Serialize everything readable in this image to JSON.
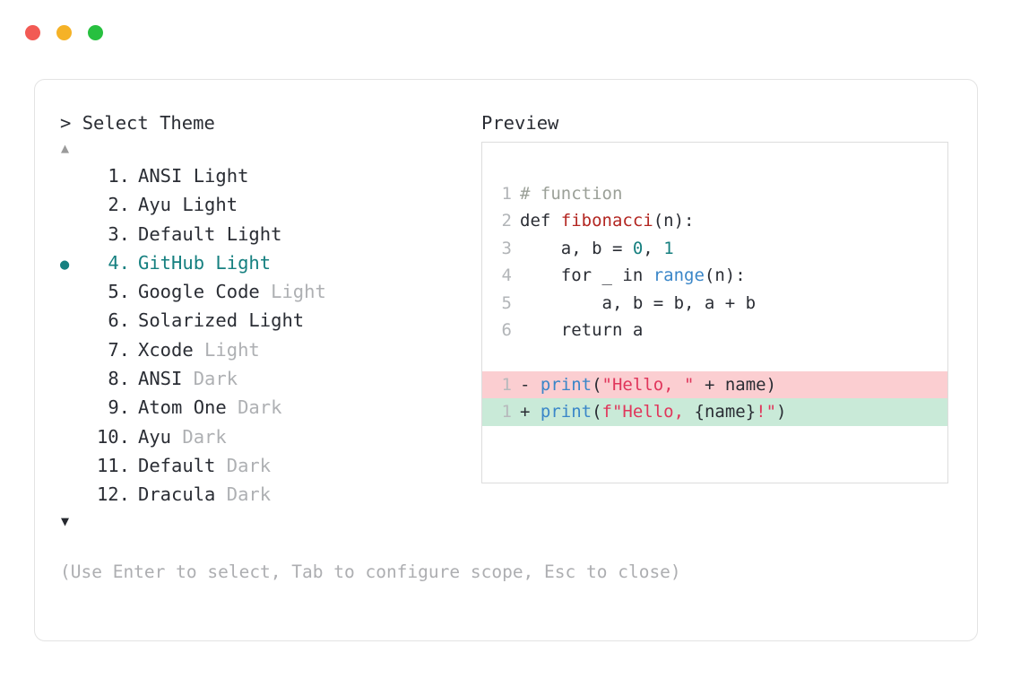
{
  "window": {
    "traffic_lights": [
      {
        "name": "close",
        "color": "#f25a54"
      },
      {
        "name": "minimize",
        "color": "#f5b227"
      },
      {
        "name": "maximize",
        "color": "#27c03f"
      }
    ]
  },
  "prompt": {
    "caret": ">",
    "title": "Select Theme",
    "scroll_up_icon": "▲",
    "scroll_down_icon": "▼",
    "selected_bullet": "●",
    "selected_index": 4
  },
  "themes": [
    {
      "number": "1.",
      "name": "ANSI Light",
      "variant": "",
      "selected": false
    },
    {
      "number": "2.",
      "name": "Ayu Light",
      "variant": "",
      "selected": false
    },
    {
      "number": "3.",
      "name": "Default Light",
      "variant": "",
      "selected": false
    },
    {
      "number": "4.",
      "name": "GitHub Light",
      "variant": "",
      "selected": true
    },
    {
      "number": "5.",
      "name": "Google Code",
      "variant": "Light",
      "selected": false
    },
    {
      "number": "6.",
      "name": "Solarized Light",
      "variant": "",
      "selected": false
    },
    {
      "number": "7.",
      "name": "Xcode",
      "variant": "Light",
      "selected": false
    },
    {
      "number": "8.",
      "name": "ANSI",
      "variant": "Dark",
      "selected": false
    },
    {
      "number": "9.",
      "name": "Atom One",
      "variant": "Dark",
      "selected": false
    },
    {
      "number": "10.",
      "name": "Ayu",
      "variant": "Dark",
      "selected": false
    },
    {
      "number": "11.",
      "name": "Default",
      "variant": "Dark",
      "selected": false
    },
    {
      "number": "12.",
      "name": "Dracula",
      "variant": "Dark",
      "selected": false
    }
  ],
  "preview": {
    "title": "Preview",
    "code_lines": [
      {
        "n": "1",
        "tokens": [
          {
            "t": "# function",
            "c": "comment"
          }
        ]
      },
      {
        "n": "2",
        "tokens": [
          {
            "t": "def ",
            "c": "kw"
          },
          {
            "t": "fibonacci",
            "c": "fn"
          },
          {
            "t": "(n):",
            "c": "plain"
          }
        ]
      },
      {
        "n": "3",
        "tokens": [
          {
            "t": "    a, b = ",
            "c": "plain"
          },
          {
            "t": "0",
            "c": "num"
          },
          {
            "t": ", ",
            "c": "plain"
          },
          {
            "t": "1",
            "c": "num"
          }
        ]
      },
      {
        "n": "4",
        "tokens": [
          {
            "t": "    for _ in ",
            "c": "plain"
          },
          {
            "t": "range",
            "c": "builtin"
          },
          {
            "t": "(n):",
            "c": "plain"
          }
        ]
      },
      {
        "n": "5",
        "tokens": [
          {
            "t": "        a, b = b, a + b",
            "c": "plain"
          }
        ]
      },
      {
        "n": "6",
        "tokens": [
          {
            "t": "    return a",
            "c": "plain"
          }
        ]
      }
    ],
    "diff_lines": [
      {
        "n": "1",
        "sign": "-",
        "kind": "minus",
        "tokens": [
          {
            "t": "print",
            "c": "builtin"
          },
          {
            "t": "(",
            "c": "plain"
          },
          {
            "t": "\"Hello, \"",
            "c": "str"
          },
          {
            "t": " + name)",
            "c": "plain"
          }
        ]
      },
      {
        "n": "1",
        "sign": "+",
        "kind": "plus",
        "tokens": [
          {
            "t": "print",
            "c": "builtin"
          },
          {
            "t": "(",
            "c": "plain"
          },
          {
            "t": "f\"Hello, ",
            "c": "str"
          },
          {
            "t": "{name}",
            "c": "plain"
          },
          {
            "t": "!\"",
            "c": "str"
          },
          {
            "t": ")",
            "c": "plain"
          }
        ]
      }
    ]
  },
  "footer": {
    "hint": "(Use Enter to select, Tab to configure scope, Esc to close)"
  },
  "colors": {
    "accent_teal": "#168080",
    "dim_gray": "#aeb0b3",
    "text": "#2a2d34",
    "diff_remove_bg": "#fbced1",
    "diff_add_bg": "#c9ead8",
    "string": "#e0365b",
    "function": "#b32621",
    "builtin": "#3a86c8",
    "number": "#167f7f",
    "comment": "#9ba098",
    "border": "#e3e3e3"
  }
}
